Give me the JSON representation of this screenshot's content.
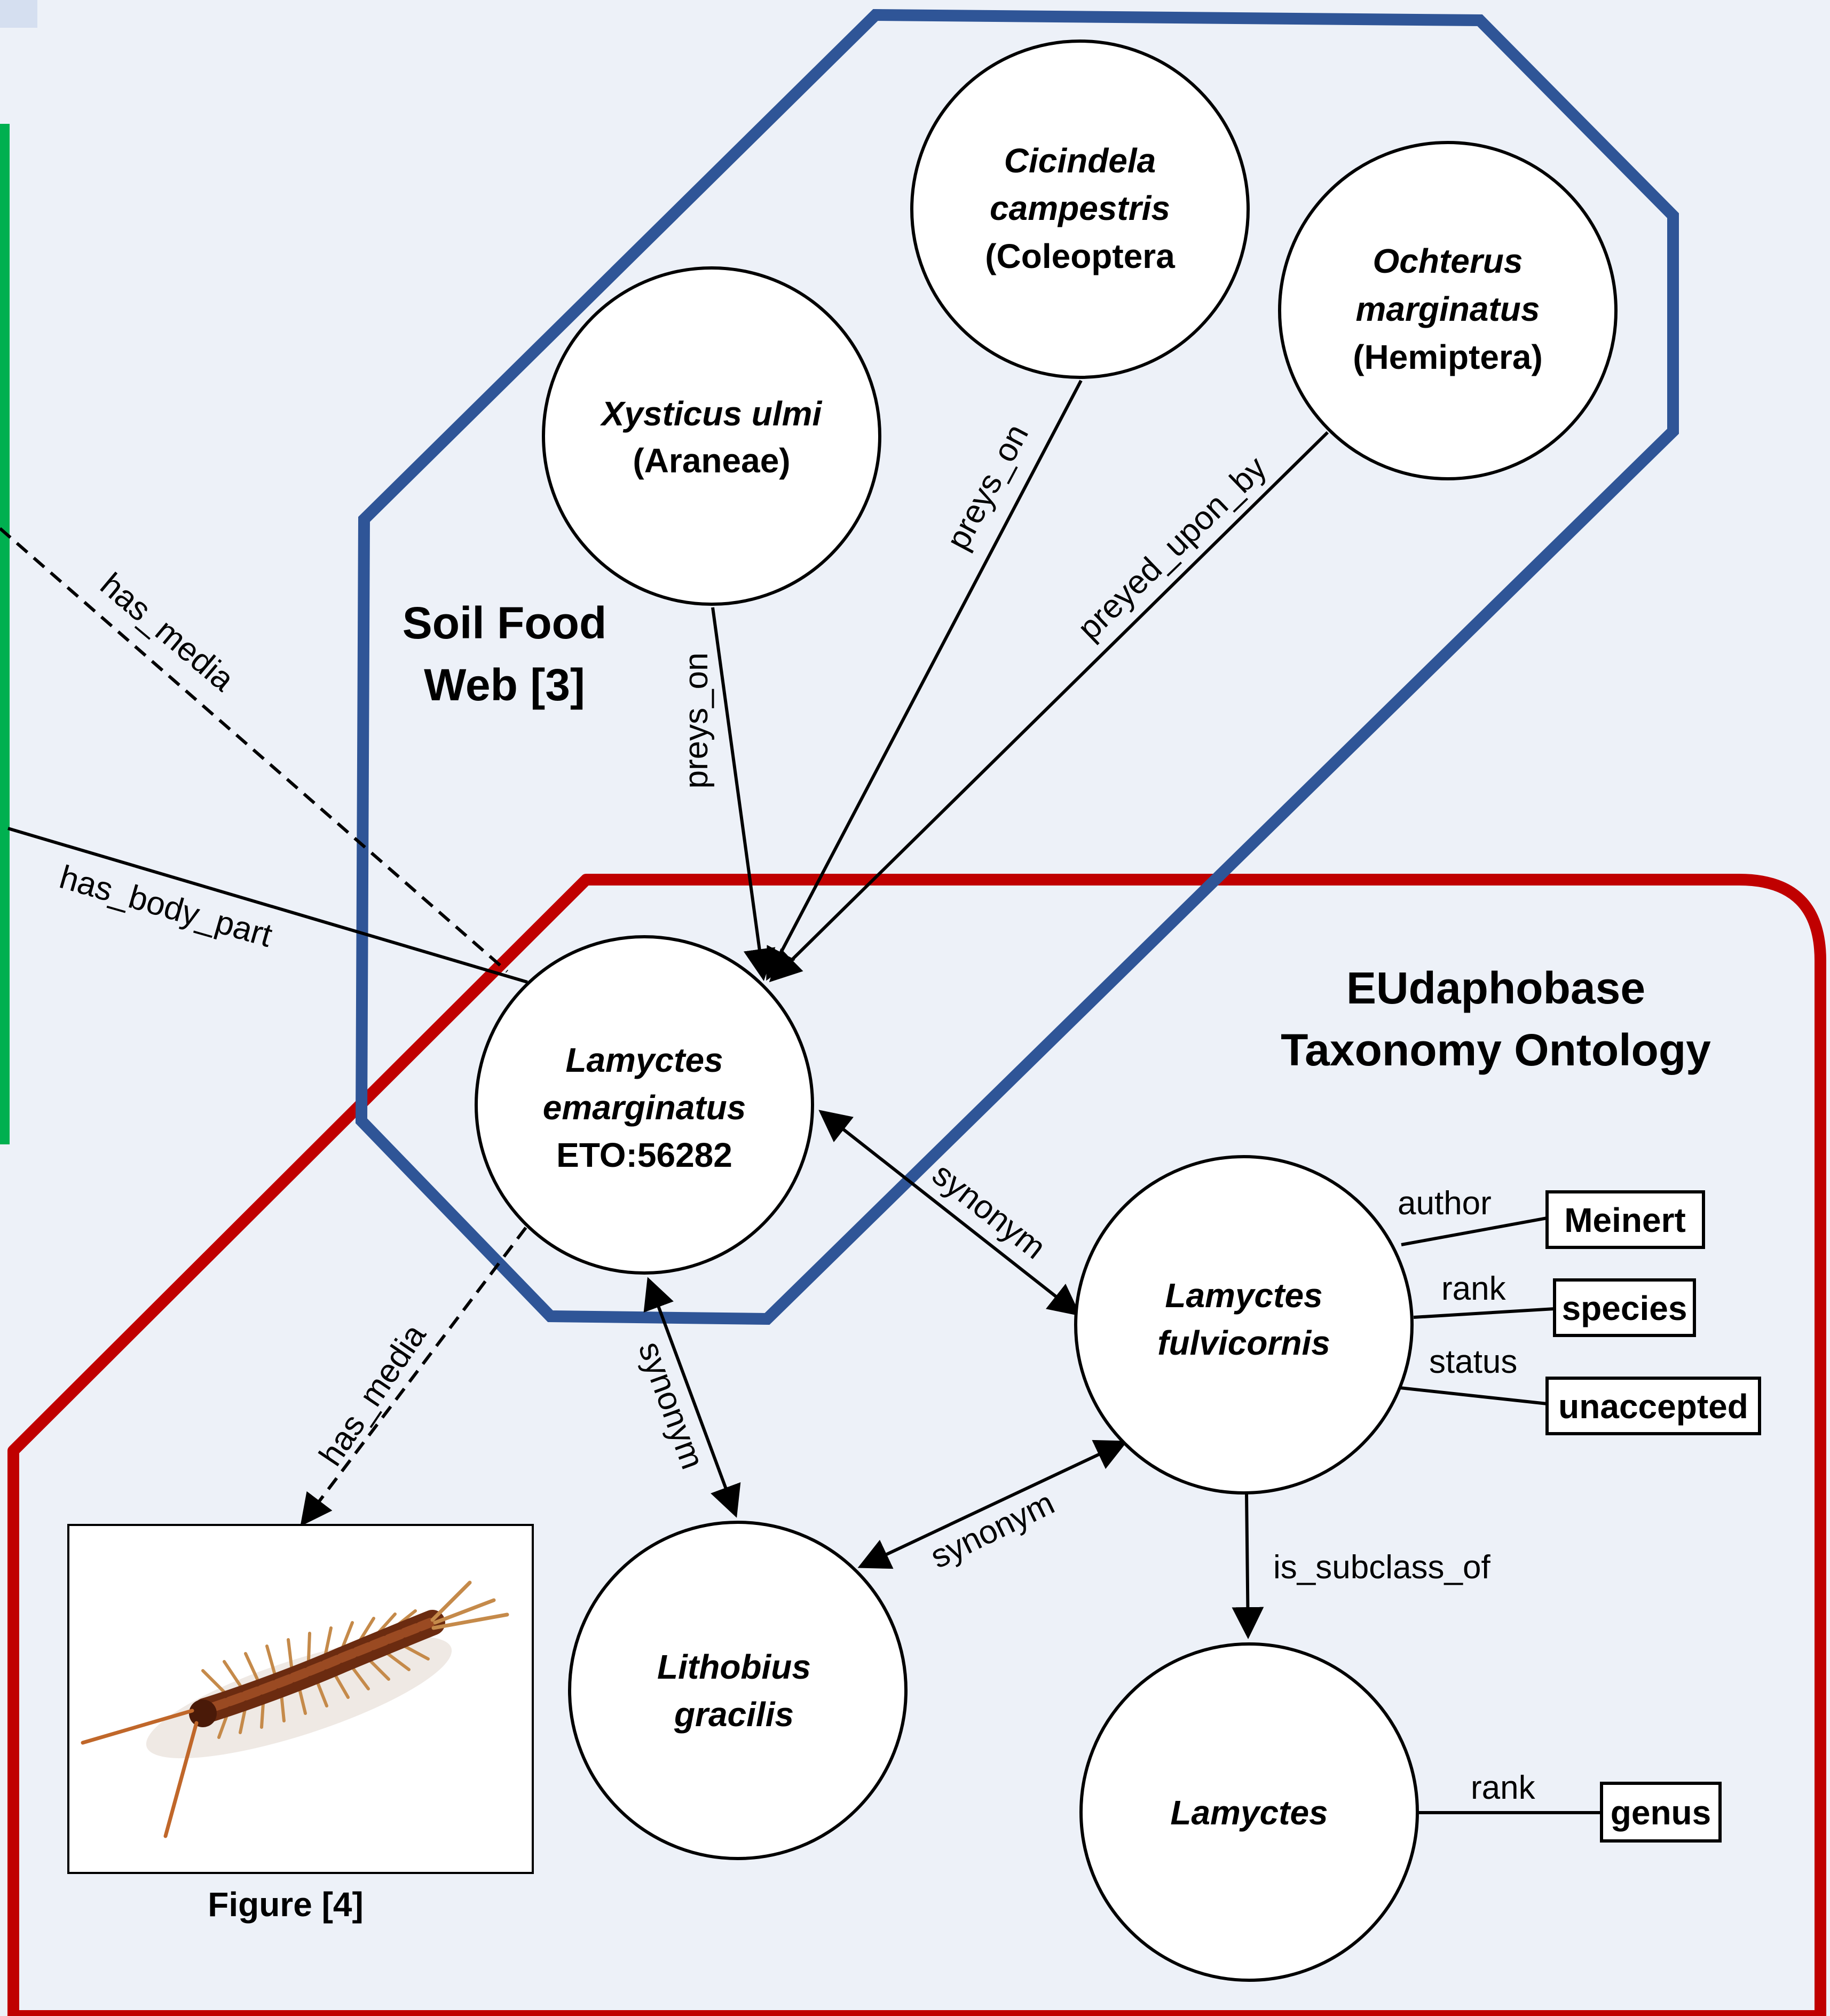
{
  "regions": {
    "food_web_title": [
      "Soil Food",
      "Web [3]"
    ],
    "ontology_title": [
      "EUdaphobase",
      "Taxonomy Ontology"
    ]
  },
  "nodes": {
    "xysticus": {
      "name": "Xysticus ulmi",
      "sub": "(Araneae)"
    },
    "cicindela": {
      "name1": "Cicindela",
      "name2": "campestris",
      "sub": "(Coleoptera"
    },
    "ochterus": {
      "name1": "Ochterus",
      "name2": "marginatus",
      "sub": "(Hemiptera)"
    },
    "lamyctes_emarginatus": {
      "name1": "Lamyctes",
      "name2": "emarginatus",
      "id": "ETO:56282"
    },
    "lamyctes_fulvicornis": {
      "name1": "Lamyctes",
      "name2": "fulvicornis"
    },
    "lithobius": {
      "name1": "Lithobius",
      "name2": "gracilis"
    },
    "lamyctes_genus": {
      "name": "Lamyctes"
    }
  },
  "edges": {
    "has_media_top": "has_media",
    "has_body_part": "has_body_part",
    "preys_on_xysticus": "preys_on",
    "preys_on_cicindela": "preys_on",
    "preyed_upon_by": "preyed_upon_by",
    "synonym_fulvicornis": "synonym",
    "synonym_lithobius": "synonym",
    "synonym_lithobius_fulvicornis": "synonym",
    "has_media_bottom": "has_media",
    "is_subclass_of": "is_subclass_of",
    "author": "author",
    "rank_species": "rank",
    "status": "status",
    "rank_genus": "rank"
  },
  "attributes": {
    "author_value": "Meinert",
    "rank_value": "species",
    "status_value": "unaccepted",
    "genus_rank_value": "genus"
  },
  "figure": {
    "caption": "Figure [4]"
  },
  "colors": {
    "food_web_outline": "#2f5597",
    "ontology_outline": "#c00000",
    "left_panel_edge": "#00b050",
    "background": "#edf1f8"
  }
}
